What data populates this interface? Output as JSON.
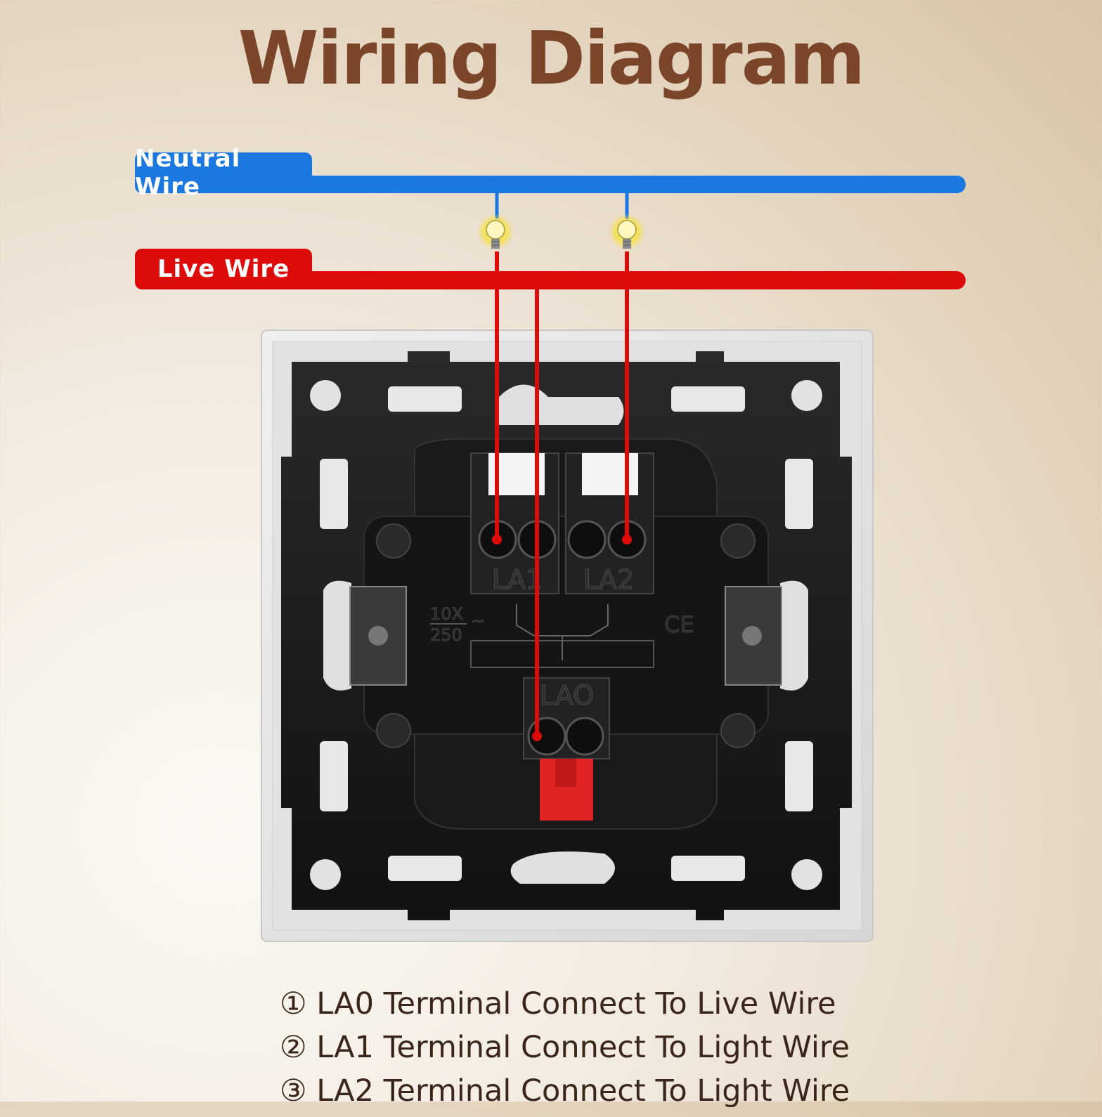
{
  "title": "Wiring Diagram",
  "wires": {
    "neutral_label": "Neutral Wire",
    "live_label": "Live Wire",
    "neutral_color": "#1a78e0",
    "live_color": "#de0b0b"
  },
  "switch": {
    "terminals": [
      "LA1",
      "LA2",
      "LAO"
    ],
    "rating_top": "10X",
    "rating_bottom": "250",
    "rating_suffix": "~",
    "mark": "CE"
  },
  "instructions": [
    "① LA0 Terminal Connect To Live Wire",
    "② LA1 Terminal Connect To Light Wire",
    "③ LA2 Terminal Connect To Light Wire"
  ]
}
